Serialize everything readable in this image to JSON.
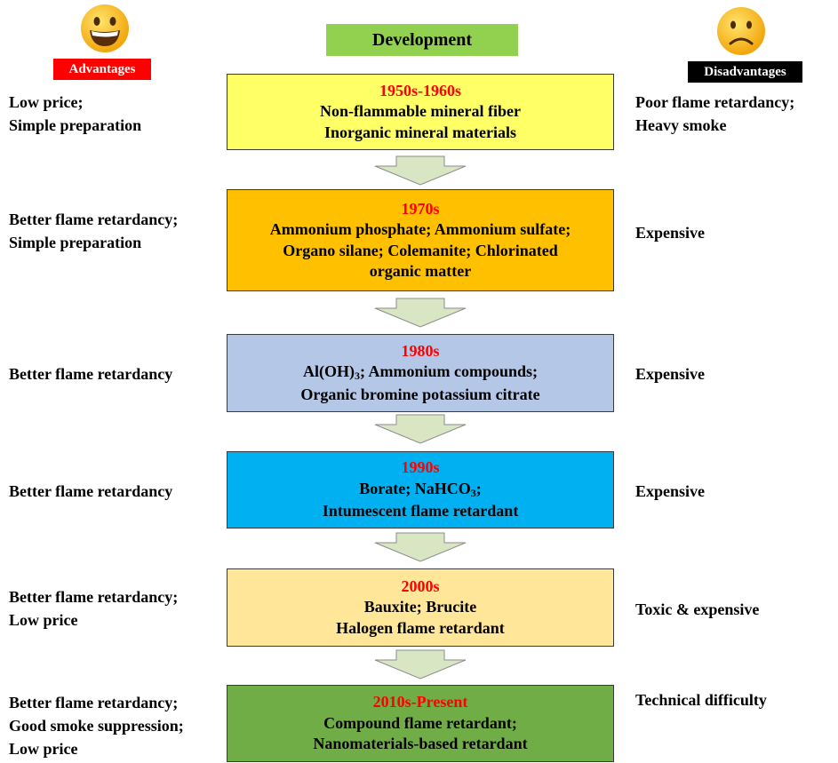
{
  "header": {
    "development_label": "Development",
    "advantages_label": "Advantages",
    "disadvantages_label": "Disadvantages",
    "happy_icon": "smiling-face-icon",
    "sad_icon": "frowning-face-icon"
  },
  "colors": {
    "development_bg": "#92d050",
    "era_text": "#ff0000",
    "advantages_bg": "#ff0000",
    "disadvantages_bg": "#000000",
    "arrow_fill": "#d8e6c4"
  },
  "stages": [
    {
      "era": "1950s-1960s",
      "content": [
        "Non-flammable mineral fiber",
        "Inorganic mineral materials"
      ],
      "bg": "#ffff66",
      "advantages": [
        "Low price;",
        "Simple preparation"
      ],
      "disadvantages": [
        "Poor flame retardancy;",
        "Heavy smoke"
      ]
    },
    {
      "era": "1970s",
      "content": [
        "Ammonium phosphate; Ammonium sulfate;",
        "Organo silane; Colemanite; Chlorinated",
        "organic matter"
      ],
      "bg": "#ffc000",
      "advantages": [
        "Better flame retardancy;",
        "Simple preparation"
      ],
      "disadvantages": [
        "Expensive"
      ]
    },
    {
      "era": "1980s",
      "content_rich": {
        "line1_prefix": "Al(OH)",
        "line1_sub": "3",
        "line1_suffix": "; Ammonium compounds;"
      },
      "content": [
        "Organic bromine potassium citrate"
      ],
      "bg": "#b4c7e7",
      "advantages": [
        "Better flame retardancy"
      ],
      "disadvantages": [
        "Expensive"
      ]
    },
    {
      "era": "1990s",
      "content_rich": {
        "line1_prefix": "Borate; NaHCO",
        "line1_sub": "3",
        "line1_suffix": ";"
      },
      "content": [
        "Intumescent flame retardant"
      ],
      "bg": "#00b0f0",
      "advantages": [
        "Better flame retardancy"
      ],
      "disadvantages": [
        "Expensive"
      ]
    },
    {
      "era": "2000s",
      "content": [
        "Bauxite; Brucite",
        "Halogen flame retardant"
      ],
      "bg": "#ffe699",
      "advantages": [
        "Better flame retardancy;",
        "Low price"
      ],
      "disadvantages": [
        "Toxic & expensive"
      ]
    },
    {
      "era": "2010s-Present",
      "content": [
        "Compound flame retardant;",
        "Nanomaterials-based retardant"
      ],
      "bg": "#70ad47",
      "advantages": [
        "Better flame retardancy;",
        "Good smoke suppression;",
        "Low price"
      ],
      "disadvantages": [
        "Technical difficulty"
      ]
    }
  ]
}
